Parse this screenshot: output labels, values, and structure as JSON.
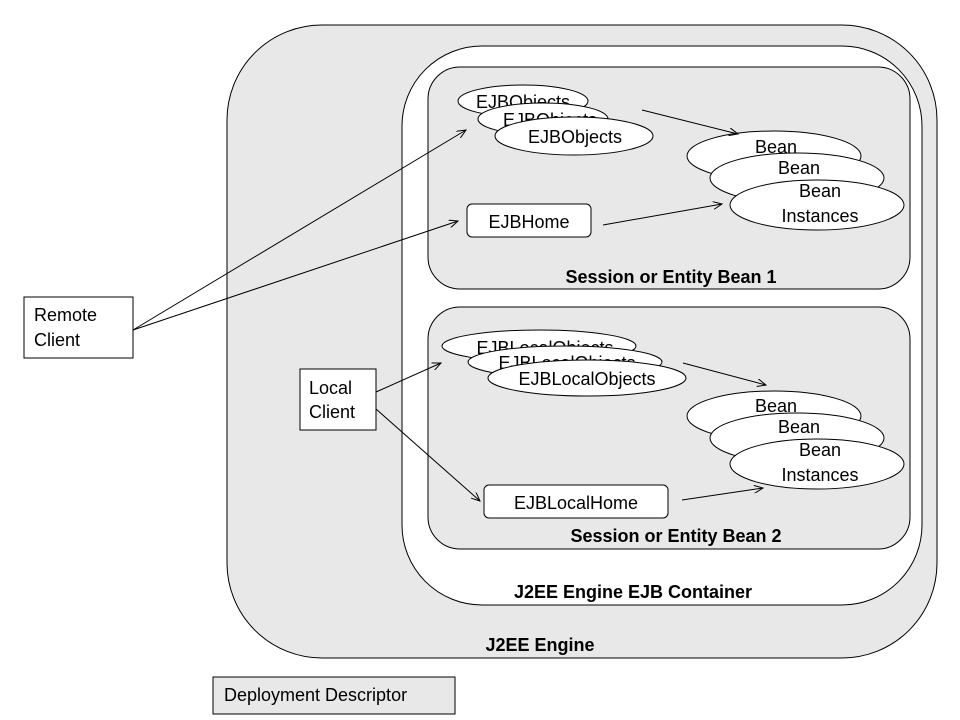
{
  "diagram": {
    "engine_label": "J2EE Engine",
    "container_label": "J2EE Engine EJB Container",
    "deployment_descriptor": "Deployment  Descriptor",
    "remote_client": [
      "Remote",
      "Client"
    ],
    "local_client": [
      "Local",
      "Client"
    ],
    "bean1": {
      "label": "Session or Entity Bean 1",
      "objects": [
        "EJBObjects",
        "EJBObjects",
        "EJBObjects"
      ],
      "home": "EJBHome",
      "instances": [
        "Bean",
        "Bean",
        "Bean",
        "Instances"
      ]
    },
    "bean2": {
      "label": "Session or Entity Bean 2",
      "objects": [
        "EJBLocalObjects",
        "EJBLocalObjects",
        "EJBLocalObjects"
      ],
      "home": "EJBLocalHome",
      "instances": [
        "Bean",
        "Bean",
        "Bean",
        "Instances"
      ]
    },
    "colors": {
      "region_fill": "#e8e8e8",
      "container_fill": "#ffffff",
      "stroke": "#000000"
    }
  }
}
